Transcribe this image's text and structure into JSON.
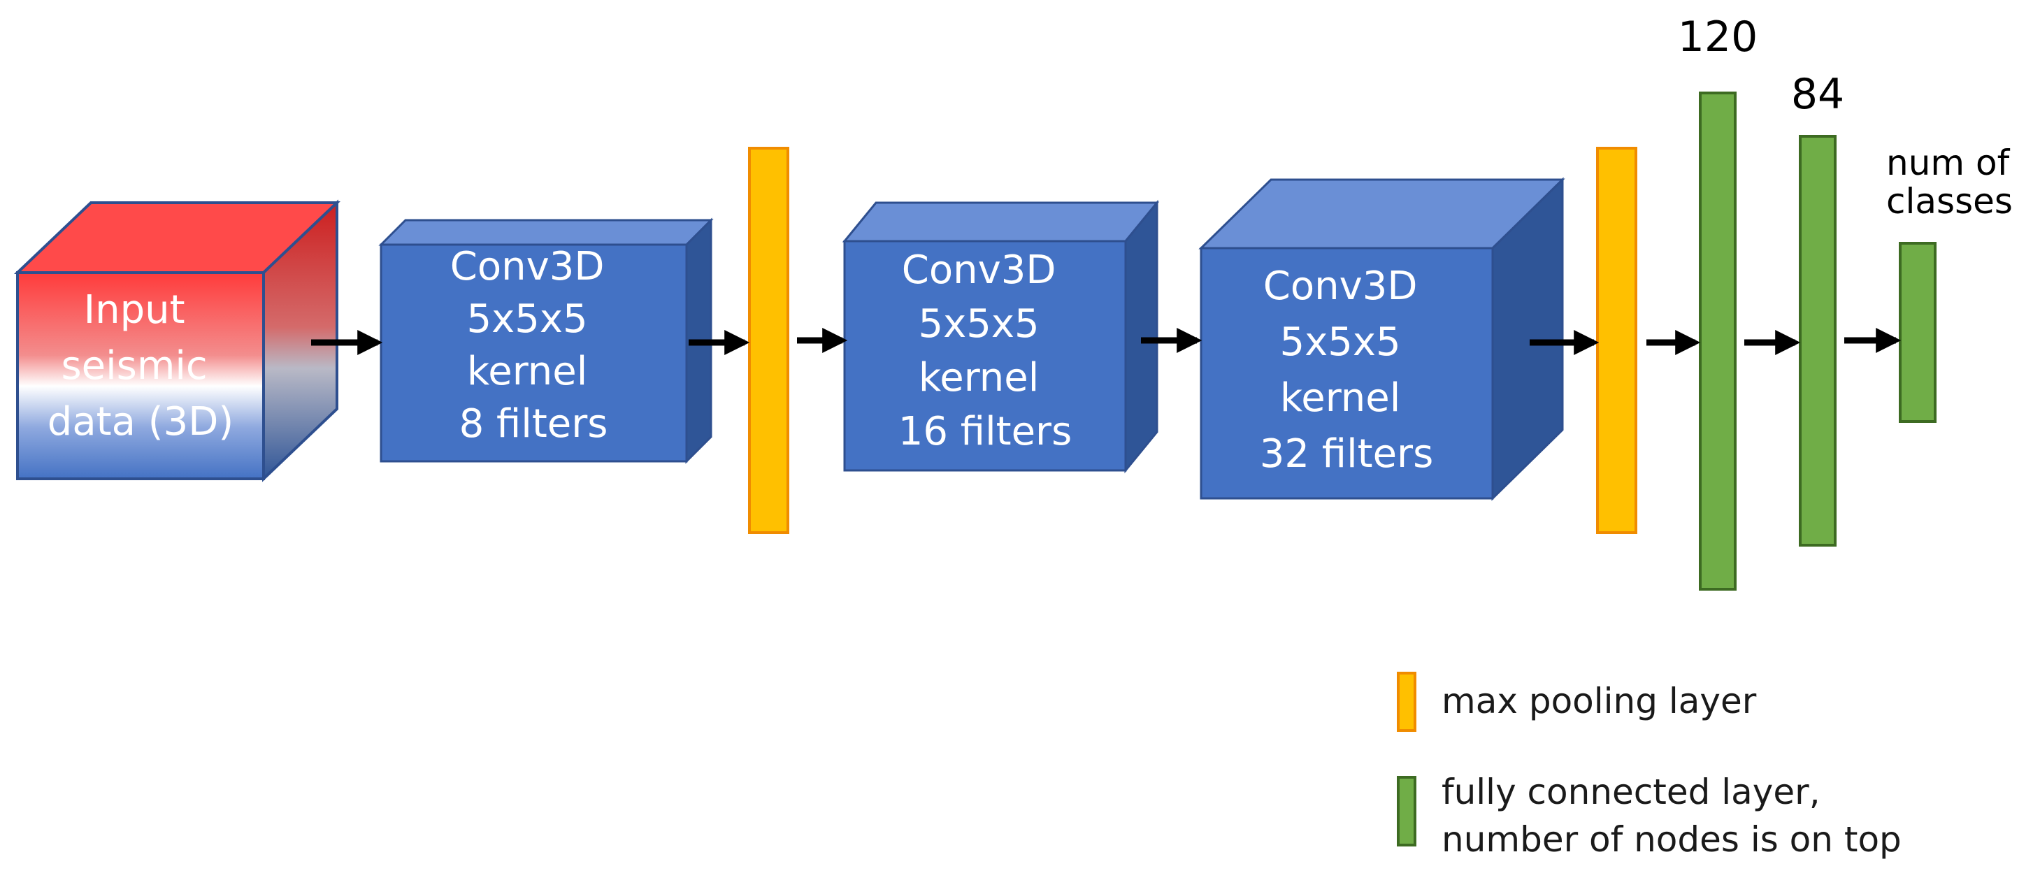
{
  "colors": {
    "conv_front": "#4472c4",
    "conv_top": "#6a8fd6",
    "conv_side": "#2f5597",
    "edge": "#2e4f8f",
    "pool": "#ffc000",
    "pool_edge": "#f08c00",
    "fc": "#70ad47",
    "fc_edge": "#3d6b22",
    "input_red": "#ff3b3b",
    "input_white": "#ffffff",
    "input_blue": "#4472c4",
    "arrow": "#000000"
  },
  "input_block": {
    "lines": [
      "Input",
      "seismic",
      "data (3D)"
    ]
  },
  "conv_blocks": [
    {
      "lines": [
        "Conv3D",
        "5x5x5",
        "kernel",
        "8 filters"
      ]
    },
    {
      "lines": [
        "Conv3D",
        "5x5x5",
        "kernel",
        "16 filters"
      ]
    },
    {
      "lines": [
        "Conv3D",
        "5x5x5",
        "kernel",
        "32 filters"
      ]
    }
  ],
  "fc_layers": [
    {
      "label": "120"
    },
    {
      "label": "84"
    },
    {
      "label_lines": [
        "num of",
        "classes"
      ]
    }
  ],
  "legend": {
    "pool_label": "max pooling layer",
    "fc_label_lines": [
      "fully connected layer,",
      "number of nodes is on top"
    ]
  }
}
